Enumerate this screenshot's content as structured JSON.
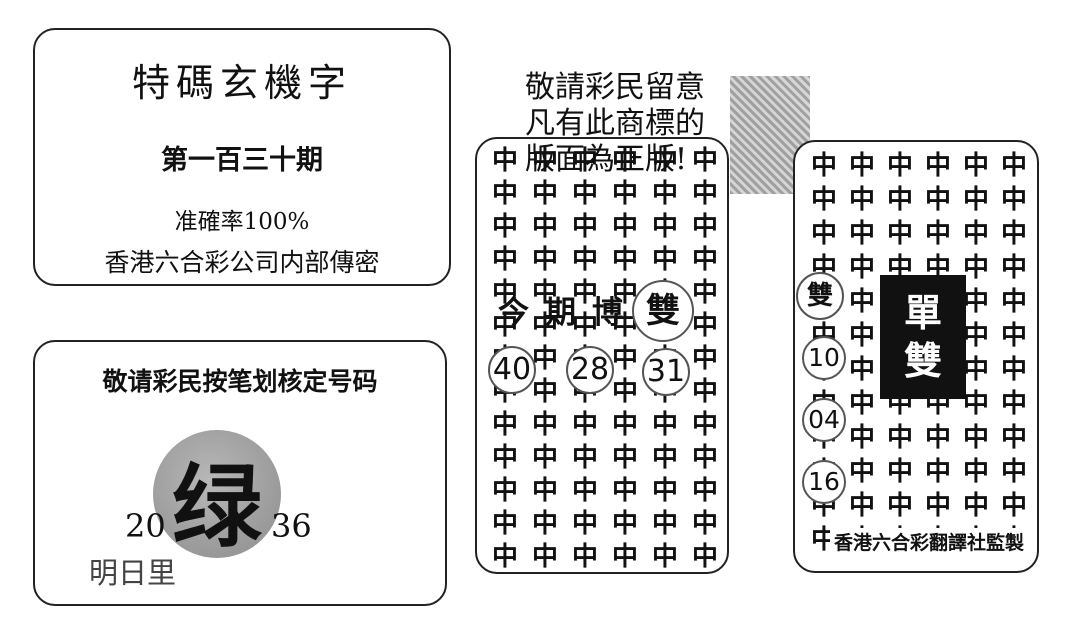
{
  "title_box": {
    "title": "特碼玄機字",
    "period": "第一百三十期",
    "accuracy": "准確率100%",
    "company": "香港六合彩公司内部傳密"
  },
  "green_box": {
    "notice": "敬请彩民按笔划核定号码",
    "big_char": "绿",
    "num_a": "20",
    "num_b": "36",
    "bottom": "明日里"
  },
  "mid_box": {
    "notice": [
      "敬請彩民留意",
      "凡有此商標的",
      "版面為正版!"
    ],
    "label": "今期博",
    "label_circle": "雙",
    "balls": [
      "40",
      "28",
      "31"
    ],
    "grid_char": "中"
  },
  "right_box": {
    "side_circle": "雙",
    "balls": [
      "10",
      "04",
      "16"
    ],
    "panel": [
      "單",
      "雙"
    ],
    "footer": "香港六合彩翻譯社監製"
  }
}
